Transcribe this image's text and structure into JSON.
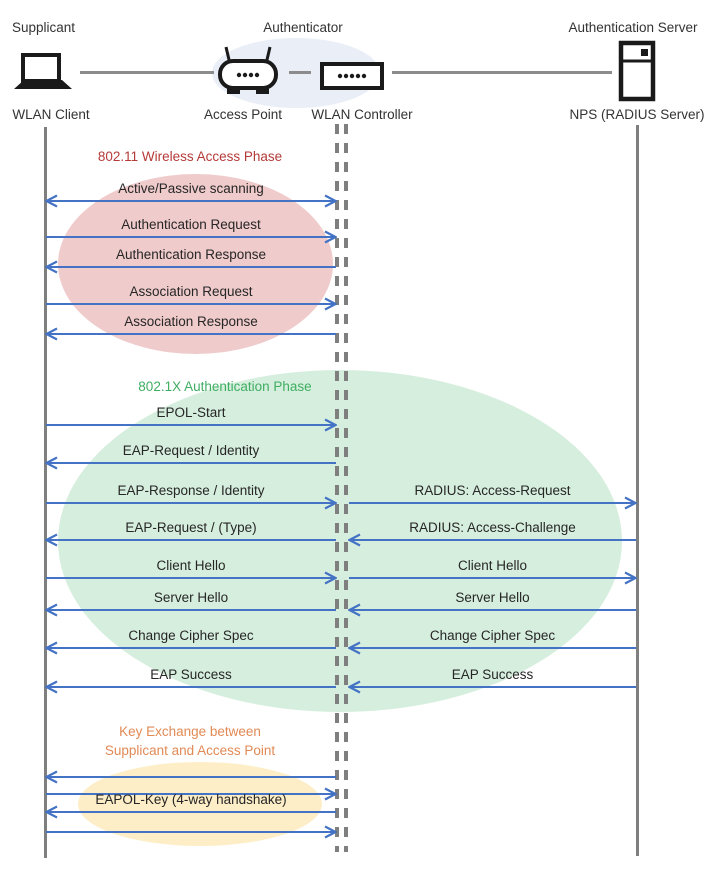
{
  "diagram": {
    "actors": {
      "supplicant": {
        "role": "Supplicant",
        "device": "WLAN Client",
        "icon": "laptop-icon"
      },
      "authenticator": {
        "role": "Authenticator",
        "devices": [
          {
            "label": "Access Point",
            "icon": "wireless-router-icon"
          },
          {
            "label": "WLAN Controller",
            "icon": "controller-box-icon"
          }
        ]
      },
      "auth_server": {
        "role": "Authentication Server",
        "device": "NPS (RADIUS Server)",
        "icon": "server-icon"
      }
    },
    "phases": [
      {
        "id": "phase-80211",
        "title": "802.11 Wireless Access Phase",
        "color": "#b43a38",
        "ellipse_color": "#f0cbcb"
      },
      {
        "id": "phase-8021x",
        "title": "802.1X Authentication Phase",
        "color": "#3fae62",
        "ellipse_color": "#d6eedd"
      },
      {
        "id": "phase-key",
        "title": "Key Exchange between\nSupplicant and Access Point",
        "color": "#e28a55",
        "ellipse_color": "#fdeec8"
      }
    ],
    "colors": {
      "arrow": "#4473c5",
      "lifeline": "#7f7f7f",
      "authenticator_ellipse": "#e9eef7"
    },
    "rows": [
      {
        "left": {
          "label": "Active/Passive scanning",
          "dir": "both"
        }
      },
      {
        "left": {
          "label": "Authentication Request",
          "dir": "right"
        }
      },
      {
        "left": {
          "label": "Authentication Response",
          "dir": "left"
        }
      },
      {
        "left": {
          "label": "Association Request",
          "dir": "right"
        }
      },
      {
        "left": {
          "label": "Association Response",
          "dir": "left"
        }
      },
      {
        "left": {
          "label": "EPOL-Start",
          "dir": "right"
        }
      },
      {
        "left": {
          "label": "EAP-Request / Identity",
          "dir": "left"
        }
      },
      {
        "left": {
          "label": "EAP-Response / Identity",
          "dir": "right"
        },
        "right": {
          "label": "RADIUS: Access-Request",
          "dir": "right"
        }
      },
      {
        "left": {
          "label": "EAP-Request / (Type)",
          "dir": "left"
        },
        "right": {
          "label": "RADIUS: Access-Challenge",
          "dir": "left"
        }
      },
      {
        "left": {
          "label": "Client Hello",
          "dir": "right"
        },
        "right": {
          "label": "Client Hello",
          "dir": "right"
        }
      },
      {
        "left": {
          "label": "Server Hello",
          "dir": "left"
        },
        "right": {
          "label": "Server Hello",
          "dir": "left"
        }
      },
      {
        "left": {
          "label": "Change Cipher Spec",
          "dir": "left"
        },
        "right": {
          "label": "Change Cipher Spec",
          "dir": "left"
        }
      },
      {
        "left": {
          "label": "EAP Success",
          "dir": "left"
        },
        "right": {
          "label": "EAP Success",
          "dir": "left"
        }
      },
      {
        "left": {
          "label": "",
          "dir": "left"
        }
      },
      {
        "left": {
          "label": "",
          "dir": "right"
        }
      },
      {
        "left": {
          "label": "EAPOL-Key (4-way handshake)",
          "dir": "left"
        }
      },
      {
        "left": {
          "label": "",
          "dir": "right"
        }
      }
    ]
  }
}
